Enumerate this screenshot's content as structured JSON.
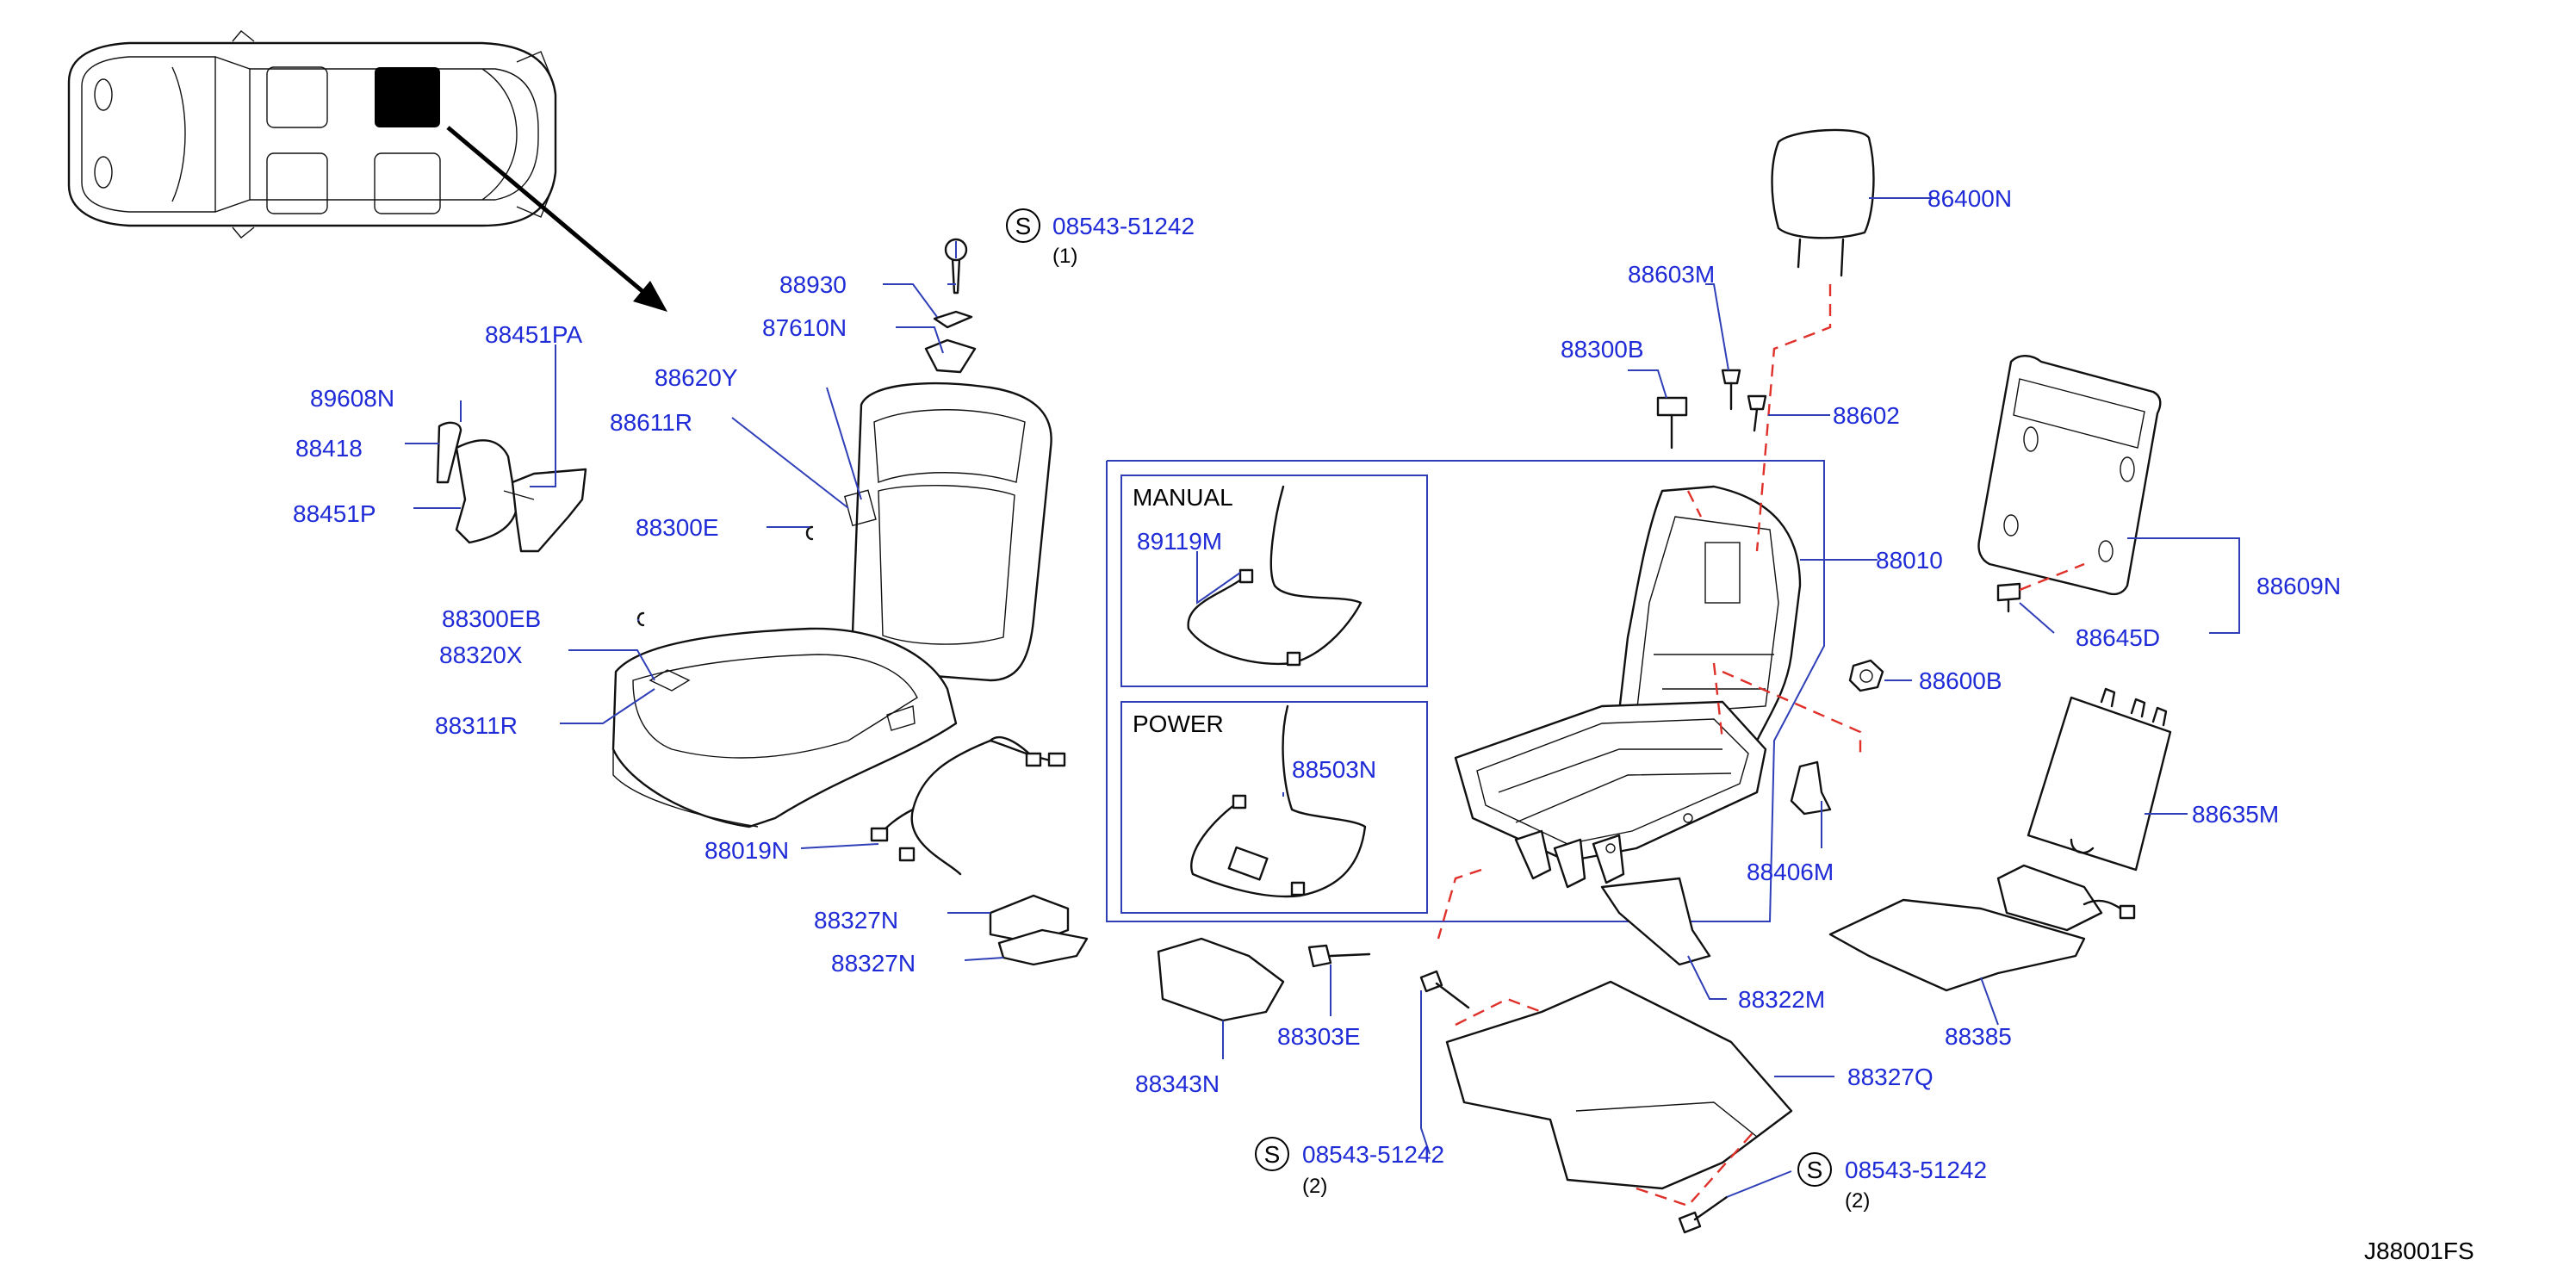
{
  "diagram_code": "J88001FS",
  "manual_box": {
    "title": "MANUAL",
    "part": "89119M"
  },
  "power_box": {
    "title": "POWER",
    "part": "88503N"
  },
  "screw_callouts": [
    {
      "symbol": "S",
      "number": "08543-51242",
      "qty": "(1)"
    },
    {
      "symbol": "S",
      "number": "08543-51242",
      "qty": "(2)"
    },
    {
      "symbol": "S",
      "number": "08543-51242",
      "qty": "(2)"
    }
  ],
  "parts": {
    "p86400N": "86400N",
    "p88603M": "88603M",
    "p88300B": "88300B",
    "p88602": "88602",
    "p88010": "88010",
    "p88609N": "88609N",
    "p88645D": "88645D",
    "p88600B": "88600B",
    "p88635M": "88635M",
    "p88406M": "88406M",
    "p88385": "88385",
    "p88322M": "88322M",
    "p88327Q": "88327Q",
    "p88303E": "88303E",
    "p88343N": "88343N",
    "p88930": "88930",
    "p87610N": "87610N",
    "p88451PA": "88451PA",
    "p89608N": "89608N",
    "p88418": "88418",
    "p88451P": "88451P",
    "p88620Y": "88620Y",
    "p88611R": "88611R",
    "p88300E": "88300E",
    "p88300EB": "88300EB",
    "p88320X": "88320X",
    "p88311R": "88311R",
    "p88019N": "88019N",
    "p88327N_a": "88327N",
    "p88327N_b": "88327N"
  },
  "colors": {
    "label": "#1f2bd6",
    "leader": "#2f3fb8",
    "dashed": "#e0302a",
    "line": "#111111"
  }
}
